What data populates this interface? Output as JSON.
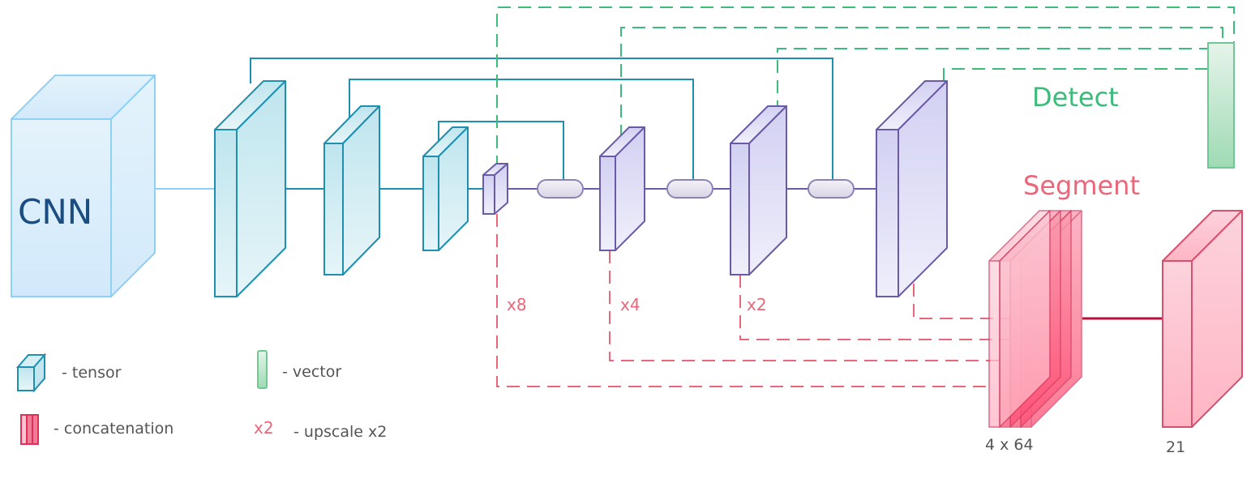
{
  "blocks": {
    "cnn": "CNN",
    "detect": "Detect",
    "segment": "Segment"
  },
  "upscale_labels": [
    "x8",
    "x4",
    "x2"
  ],
  "segment_labels": {
    "concat": "4 x 64",
    "output": "21"
  },
  "legend": {
    "tensor": "- tensor",
    "vector": "- vector",
    "concatenation": "- concatenation",
    "upscale_symbol": "x2",
    "upscale": "- upscale x2"
  },
  "colors": {
    "encoder": "#1f8fb0",
    "decoder": "#6a5aa8",
    "detect": "#3dbb7a",
    "segment": "#e8677a",
    "segment_line": "#b8103a",
    "cnn_text": "#1a4d80"
  }
}
